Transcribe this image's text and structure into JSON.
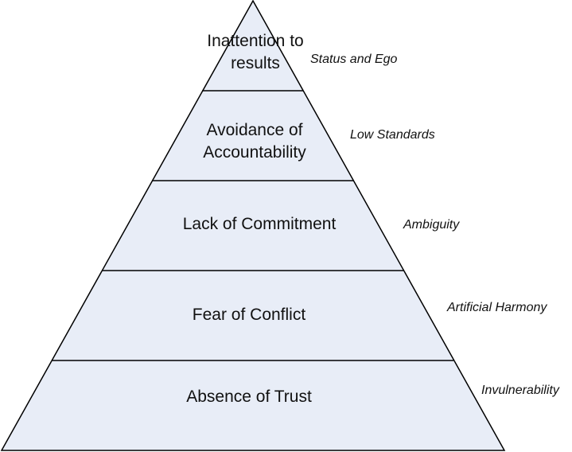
{
  "diagram": {
    "fill_color": "#e8edf7",
    "stroke_color": "#000000",
    "levels": [
      {
        "label": "Inattention to results",
        "side_label": "Status and Ego"
      },
      {
        "label": "Avoidance of Accountability",
        "side_label": "Low Standards"
      },
      {
        "label": "Lack of Commitment",
        "side_label": "Ambiguity"
      },
      {
        "label": "Fear of Conflict",
        "side_label": "Artificial Harmony"
      },
      {
        "label": "Absence of Trust",
        "side_label": "Invulnerability"
      }
    ]
  }
}
